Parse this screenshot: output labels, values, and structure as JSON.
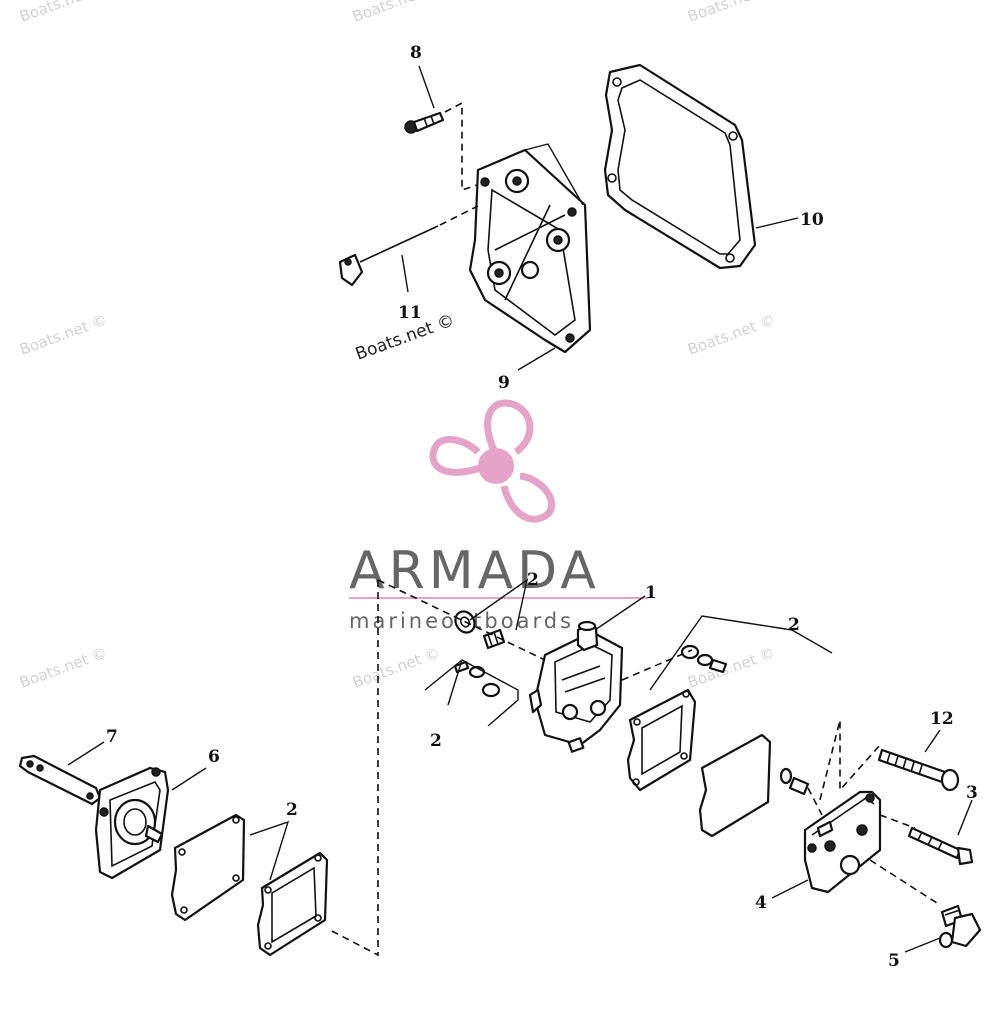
{
  "watermarks": {
    "site": "Boats.net ©",
    "site_credit": "Boats.net ©"
  },
  "brand": {
    "name": "ARMADA",
    "tagline": "marineoutboards",
    "color": "#e6a3c8"
  },
  "callouts": {
    "c1": "1",
    "c2a": "2",
    "c2b": "2",
    "c2c": "2",
    "c2d": "2",
    "c3": "3",
    "c4": "4",
    "c5": "5",
    "c6": "6",
    "c7": "7",
    "c8": "8",
    "c9": "9",
    "c10": "10",
    "c11": "11",
    "c12": "12"
  }
}
